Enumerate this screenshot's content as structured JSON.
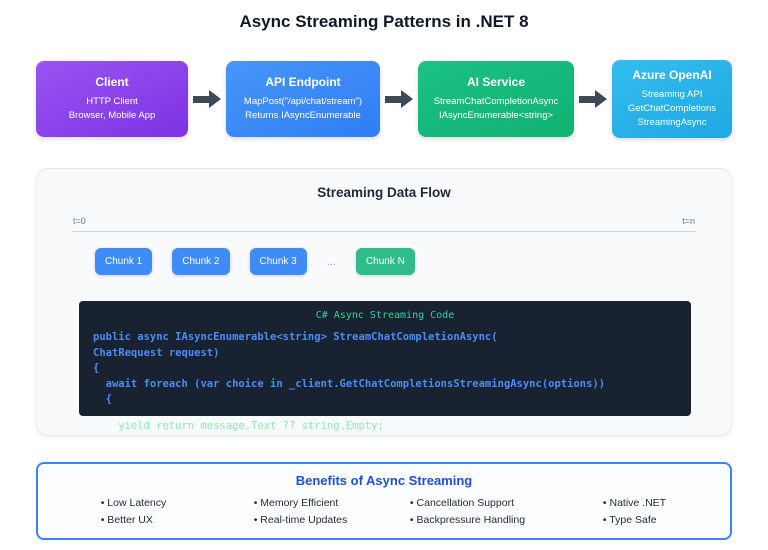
{
  "title": "Async Streaming Patterns in .NET 8",
  "pipeline": {
    "nodes": [
      {
        "title": "Client",
        "lines": [
          "HTTP Client",
          "Browser, Mobile App"
        ]
      },
      {
        "title": "API Endpoint",
        "lines": [
          "MapPost(\"/api/chat/stream\")",
          "Returns IAsyncEnumerable"
        ]
      },
      {
        "title": "AI Service",
        "lines": [
          "StreamChatCompletionAsync",
          "IAsyncEnumerable<string>"
        ]
      },
      {
        "title": "Azure OpenAI",
        "lines": [
          "Streaming API",
          "GetChatCompletions StreamingAsync"
        ]
      }
    ]
  },
  "flow": {
    "title": "Streaming Data Flow",
    "timeline": {
      "start": "t=0",
      "end": "t=n"
    },
    "chunks": [
      "Chunk 1",
      "Chunk 2",
      "Chunk 3"
    ],
    "ellipsis": "...",
    "final_chunk": "Chunk N",
    "code": {
      "header": "C# Async Streaming Code",
      "lines": [
        "public async IAsyncEnumerable<string> StreamChatCompletionAsync(",
        "ChatRequest request)",
        "{",
        "  await foreach (var choice in _client.GetChatCompletionsStreamingAsync(options))",
        "  {"
      ],
      "overflow_line": "    yield return message.Text ?? string.Empty;"
    }
  },
  "benefits": {
    "title": "Benefits of Async Streaming",
    "columns": [
      [
        "• Low Latency",
        "• Better UX"
      ],
      [
        "• Memory Efficient",
        "• Real-time Updates"
      ],
      [
        "• Cancellation Support",
        "• Backpressure Handling"
      ],
      [
        "• Native .NET",
        "• Type Safe"
      ]
    ]
  },
  "colors": {
    "client_purple": "#7c3aed",
    "api_blue": "#3b82f6",
    "ai_green": "#10b981",
    "azure_cyan": "#29b2ea",
    "chunk_blue": "#3f8cf7",
    "chunk_green": "#2fbe8a",
    "code_background": "#192230",
    "code_header_green": "#34d399",
    "code_text_blue": "#4b8df8",
    "overflow_green": "#86efac",
    "benefits_border_blue": "#3b82f6",
    "benefits_title_blue": "#1d4ed8",
    "arrow_dark": "#3b4a56"
  }
}
